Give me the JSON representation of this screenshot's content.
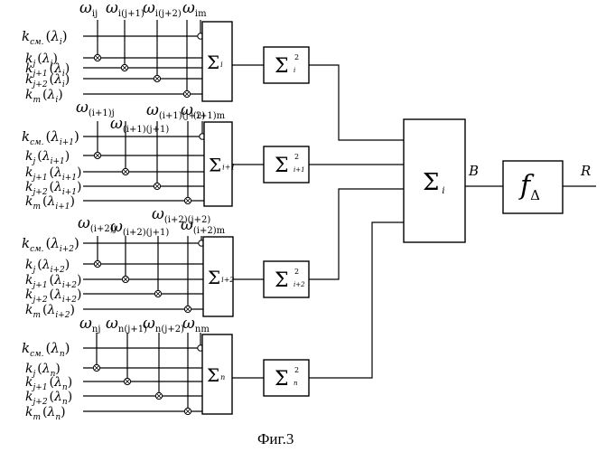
{
  "blocks": [
    {
      "inputs": [
        {
          "base": "k",
          "sub": "см.",
          "arg": "λ",
          "argsub": "i"
        },
        {
          "base": "k",
          "sub": "j",
          "arg": "λ",
          "argsub": "i"
        },
        {
          "base": "k",
          "sub": "j+1",
          "arg": "λ",
          "argsub": "i"
        },
        {
          "base": "k",
          "sub": "j+2",
          "arg": "λ",
          "argsub": "i"
        },
        {
          "base": "k",
          "sub": "m",
          "arg": "λ",
          "argsub": "i"
        }
      ],
      "weights": [
        {
          "base": "ω",
          "sub": "ij"
        },
        {
          "base": "ω",
          "sub": "i(j+1)"
        },
        {
          "base": "ω",
          "sub": "i(j+2)"
        },
        {
          "base": "ω",
          "sub": "im"
        }
      ],
      "sum_label": "Σ",
      "sum_sub": "i",
      "sq_label": "Σ",
      "sq_sup": "2",
      "sq_sub": "i"
    },
    {
      "inputs": [
        {
          "base": "k",
          "sub": "см.",
          "arg": "λ",
          "argsub": "i+1"
        },
        {
          "base": "k",
          "sub": "j",
          "arg": "λ",
          "argsub": "i+1"
        },
        {
          "base": "k",
          "sub": "j+1",
          "arg": "λ",
          "argsub": "i+1"
        },
        {
          "base": "k",
          "sub": "j+2",
          "arg": "λ",
          "argsub": "i+1"
        },
        {
          "base": "k",
          "sub": "m",
          "arg": "λ",
          "argsub": "i+1"
        }
      ],
      "weights": [
        {
          "base": "ω",
          "sub": "(i+1)j"
        },
        {
          "base": "ω",
          "sub": "(i+1)(j+1)"
        },
        {
          "base": "ω",
          "sub": "(i+1)(j+2)"
        },
        {
          "base": "ω",
          "sub": "(i+1)m"
        }
      ],
      "sum_label": "Σ",
      "sum_sub": "i+1",
      "sq_label": "Σ",
      "sq_sup": "2",
      "sq_sub": "i+1"
    },
    {
      "inputs": [
        {
          "base": "k",
          "sub": "см.",
          "arg": "λ",
          "argsub": "i+2"
        },
        {
          "base": "k",
          "sub": "j",
          "arg": "λ",
          "argsub": "i+2"
        },
        {
          "base": "k",
          "sub": "j+1",
          "arg": "λ",
          "argsub": "i+2"
        },
        {
          "base": "k",
          "sub": "j+2",
          "arg": "λ",
          "argsub": "i+2"
        },
        {
          "base": "k",
          "sub": "m",
          "arg": "λ",
          "argsub": "i+2"
        }
      ],
      "weights": [
        {
          "base": "ω",
          "sub": "(i+2)j"
        },
        {
          "base": "ω",
          "sub": "(i+2)(j+1)"
        },
        {
          "base": "ω",
          "sub": "(i+2)(j+2)"
        },
        {
          "base": "ω",
          "sub": "(i+2)m"
        }
      ],
      "sum_label": "Σ",
      "sum_sub": "i+2",
      "sq_label": "Σ",
      "sq_sup": "2",
      "sq_sub": "i+2"
    },
    {
      "inputs": [
        {
          "base": "k",
          "sub": "см.",
          "arg": "λ",
          "argsub": "n"
        },
        {
          "base": "k",
          "sub": "j",
          "arg": "λ",
          "argsub": "n"
        },
        {
          "base": "k",
          "sub": "j+1",
          "arg": "λ",
          "argsub": "n"
        },
        {
          "base": "k",
          "sub": "j+2",
          "arg": "λ",
          "argsub": "n"
        },
        {
          "base": "k",
          "sub": "m",
          "arg": "λ",
          "argsub": "n"
        }
      ],
      "weights": [
        {
          "base": "ω",
          "sub": "nj"
        },
        {
          "base": "ω",
          "sub": "n(j+1)"
        },
        {
          "base": "ω",
          "sub": "n(j+2)"
        },
        {
          "base": "ω",
          "sub": "nm"
        }
      ],
      "sum_label": "Σ",
      "sum_sub": "n",
      "sq_label": "Σ",
      "sq_sup": "2",
      "sq_sub": "n"
    }
  ],
  "total_sum": {
    "label": "Σ",
    "sub": "i"
  },
  "signal_b": "B",
  "func_block": {
    "label": "f",
    "sub": "Δ"
  },
  "signal_r": "R",
  "caption": "Фиг.3"
}
